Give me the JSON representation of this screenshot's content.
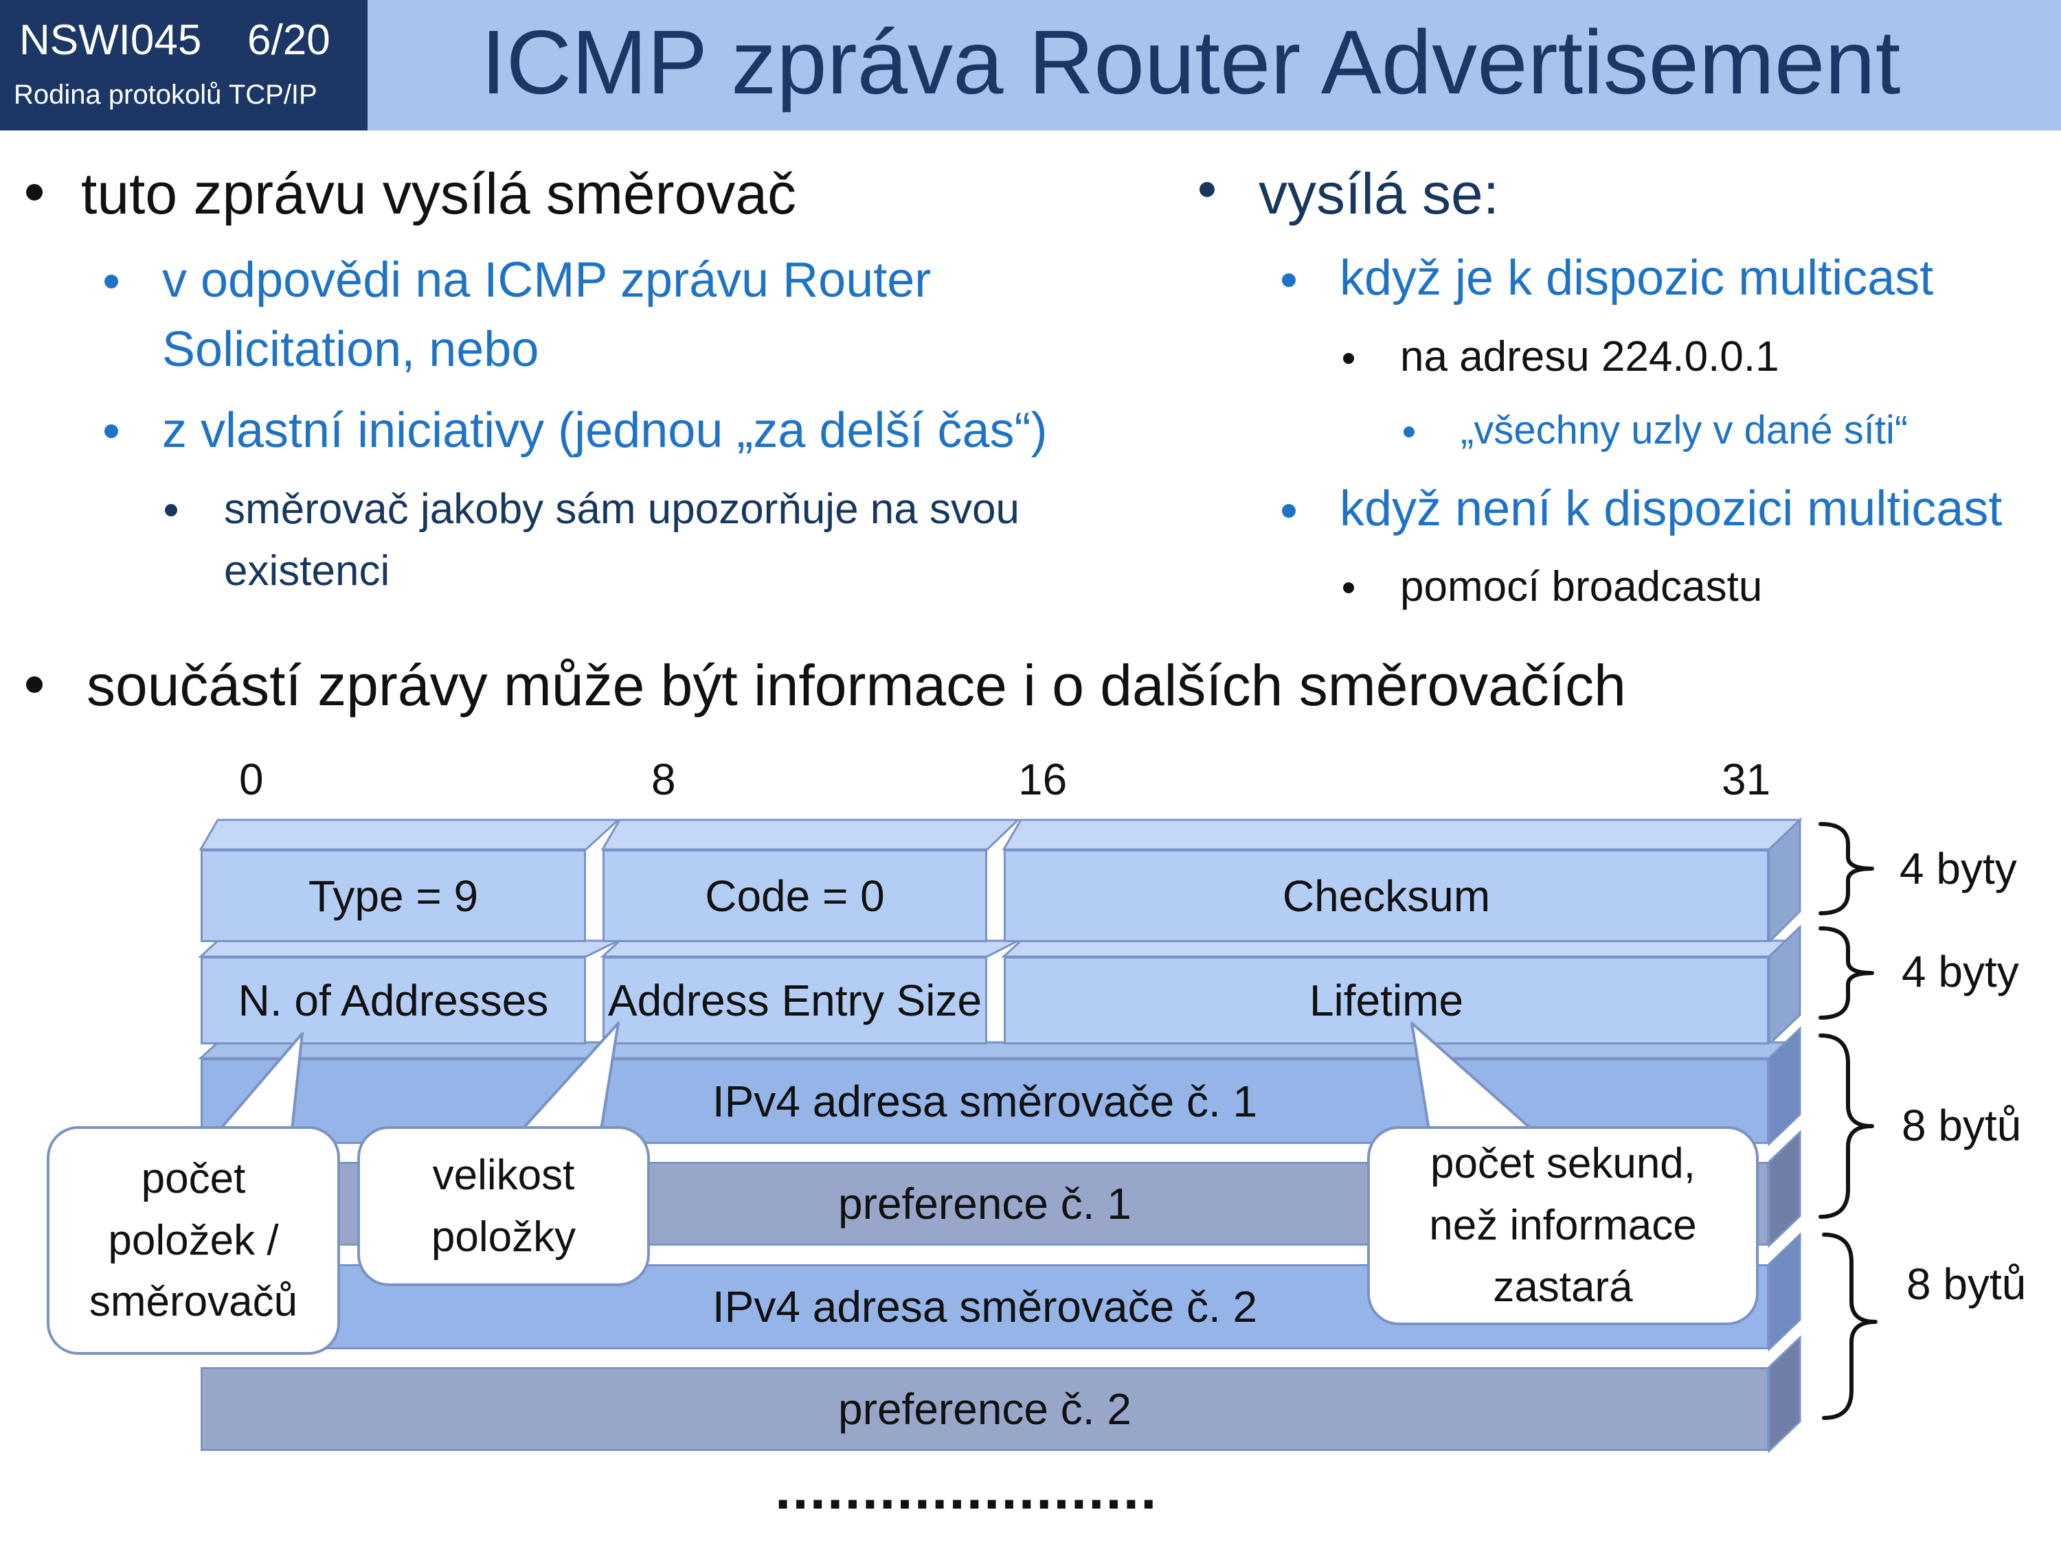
{
  "header": {
    "course": "NSWI045",
    "page": "6/20",
    "subtitle": "Rodina protokolů TCP/IP",
    "title": "ICMP zpráva Router Advertisement"
  },
  "left_bullets": {
    "main": "tuto zprávu vysílá směrovač",
    "sub1_line1": "v odpovědi na ICMP zprávu Router",
    "sub1_line2": "Solicitation, nebo",
    "sub2": "z vlastní iniciativy (jednou „za delší čas“)",
    "sub2_child_line1": "směrovač jakoby sám upozorňuje na svou",
    "sub2_child_line2": "existenci"
  },
  "right_bullets": {
    "main": "vysílá se:",
    "sub1": "když je k dispozic multicast",
    "sub1_child": "na adresu 224.0.0.1",
    "sub1_grandchild": "„všechny uzly v dané síti“",
    "sub2": "když není k dispozici multicast",
    "sub2_child": "pomocí broadcastu"
  },
  "bottom_bullet": "součástí zprávy může být informace i o dalších směrovačích",
  "diagram": {
    "bit_scale": [
      "0",
      "8",
      "16",
      "31"
    ],
    "row1": {
      "type": "Type = 9",
      "code": "Code = 0",
      "checksum": "Checksum"
    },
    "row2": {
      "n_addresses": "N. of Addresses",
      "entry_size": "Address Entry Size",
      "lifetime": "Lifetime"
    },
    "addr1": "IPv4 adresa směrovače č. 1",
    "pref1": "preference č. 1",
    "addr2": "IPv4 adresa směrovače č. 2",
    "pref2": "preference č. 2",
    "sizes": [
      "4 byty",
      "4 byty",
      "8 bytů",
      "8 bytů"
    ],
    "ellipsis": "......................"
  },
  "callouts": {
    "count": [
      "počet",
      "položek /",
      "směrovačů"
    ],
    "size": [
      "velikost",
      "položky"
    ],
    "lifetime": [
      "počet sekund,",
      "než informace",
      "zastará"
    ]
  },
  "colors": {
    "navy": "#1c3765",
    "header_bg": "#a9c3ec",
    "accent_blue": "#1f73c7",
    "field_light": "#b4cdf5",
    "field_mid": "#95b4e8",
    "field_dark": "#98a7c9"
  }
}
